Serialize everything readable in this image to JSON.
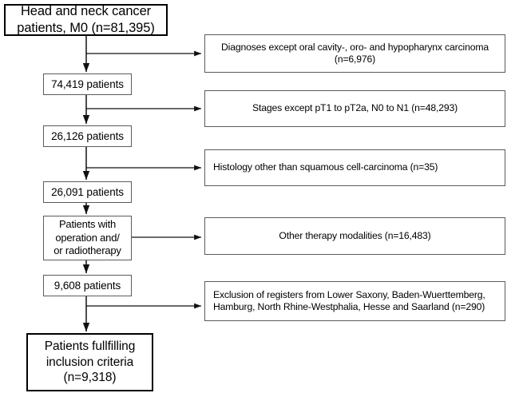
{
  "figure": {
    "type": "flowchart",
    "orientation": "vertical-with-right-exclusions",
    "line_color": "#5b5b5b",
    "emphasis_color": "#000000",
    "background": "#ffffff"
  },
  "flow": {
    "start": {
      "line1": "Head and neck cancer",
      "line2": "patients, M0 (n=81,395)"
    },
    "steps": [
      {
        "label": "74,419 patients"
      },
      {
        "label": "26,126 patients"
      },
      {
        "label": "26,091 patients"
      },
      {
        "line1": "Patients with",
        "line2": "operation and/",
        "line3": "or radiotherapy"
      },
      {
        "label": "9,608 patients"
      }
    ],
    "end": {
      "line1": "Patients fullfilling",
      "line2": "inclusion criteria",
      "line3": "(n=9,318)"
    }
  },
  "exclusions": [
    {
      "line1": "Diagnoses except oral cavity-, oro- and hypopharynx carcinoma",
      "line2": "(n=6,976)"
    },
    {
      "line1": "Stages except pT1 to pT2a, N0 to N1  (n=48,293)",
      "line2": ""
    },
    {
      "line1": "Histology other than squamous cell-carcinoma (n=35)",
      "line2": ""
    },
    {
      "line1": "Other therapy modalities (n=16,483)",
      "line2": ""
    },
    {
      "line1": "Exclusion of registers from Lower Saxony, Baden-Wuerttemberg,",
      "line2": "Hamburg, North Rhine-Westphalia, Hesse and Saarland (n=290)"
    }
  ]
}
